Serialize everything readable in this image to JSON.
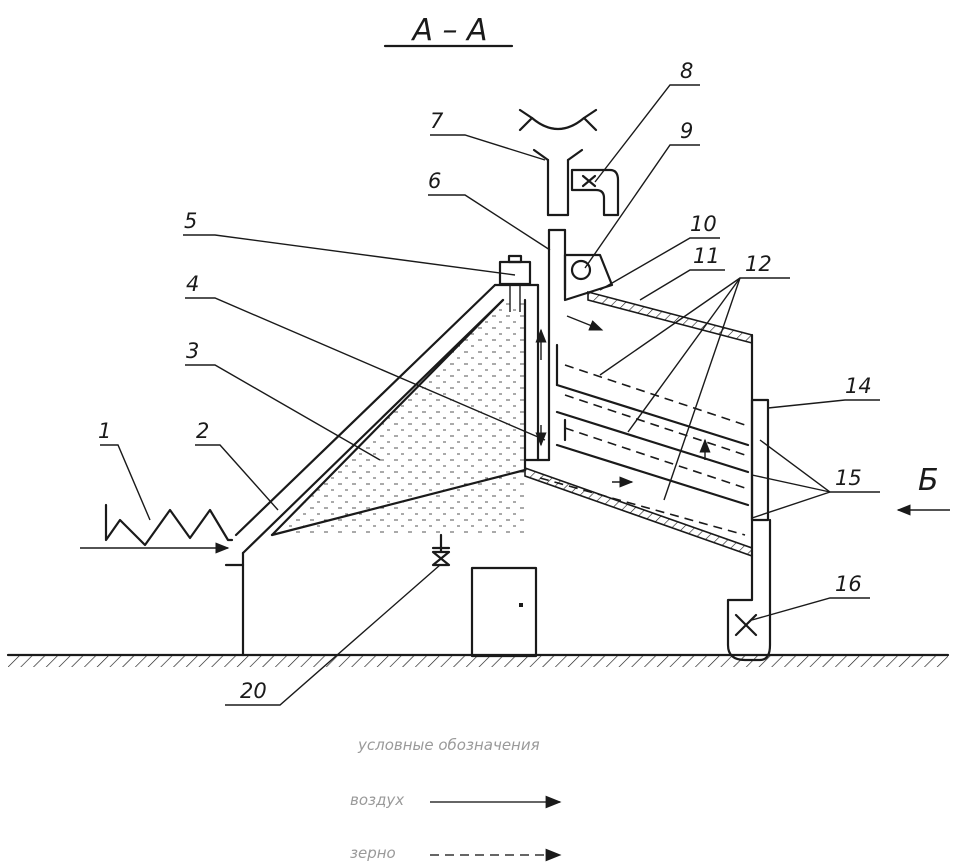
{
  "title": "A – A",
  "view_marker": "Б",
  "labels": {
    "l1": "1",
    "l2": "2",
    "l3": "3",
    "l4": "4",
    "l5": "5",
    "l6": "6",
    "l7": "7",
    "l8": "8",
    "l9": "9",
    "l10": "10",
    "l11": "11",
    "l12": "12",
    "l14": "14",
    "l15": "15",
    "l16": "16",
    "l20": "20"
  },
  "legend": {
    "heading": "условные обозначения",
    "air": "воздух",
    "grain": "зерно"
  }
}
